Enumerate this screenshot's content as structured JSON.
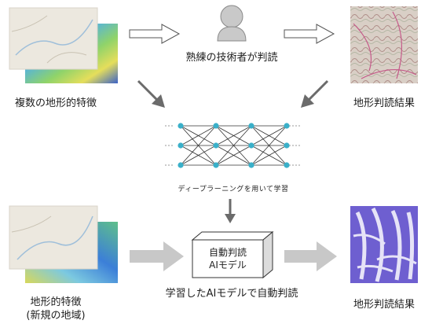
{
  "top": {
    "left_caption": "複数の地形的特徴",
    "expert_caption": "熟練の技術者が判読",
    "right_caption": "地形判読結果"
  },
  "middle": {
    "network_caption": "ディープラーニングを用いて学習"
  },
  "bottom": {
    "left_caption_line1": "地形的特徴",
    "left_caption_line2": "(新規の地域)",
    "ai_box_line1": "自動判読",
    "ai_box_line2": "AIモデル",
    "ai_caption": "学習したAIモデルで自動判読",
    "right_caption": "地形判読結果"
  },
  "colors": {
    "node": "#3ab0c9",
    "arrow_gray": "#c8c8c8",
    "diag_arrow": "#6b6b6b",
    "result_purple": "#6e5fd0"
  }
}
